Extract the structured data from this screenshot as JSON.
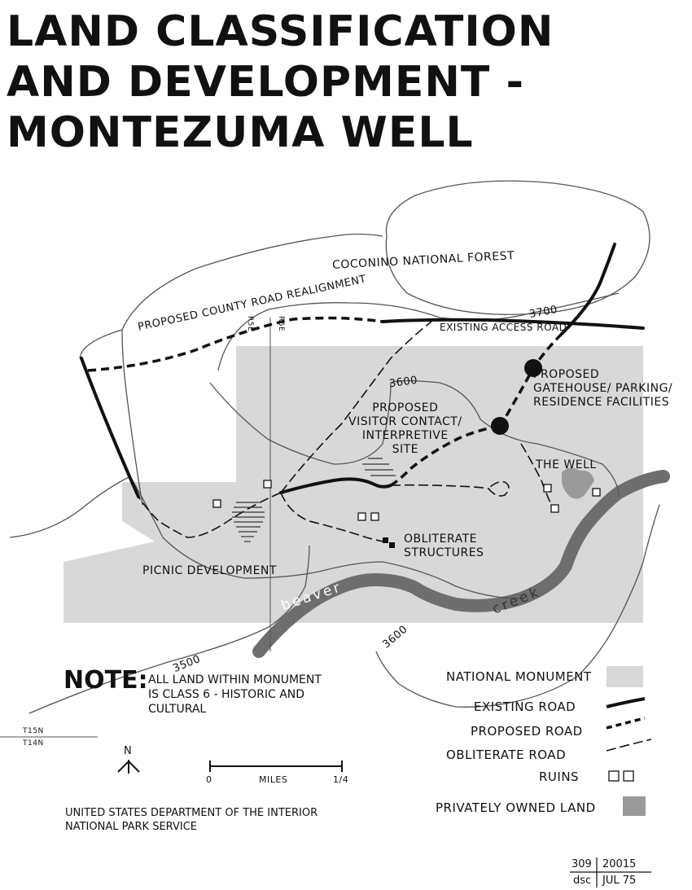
{
  "title": {
    "line1": "LAND CLASSIFICATION",
    "line2": "AND DEVELOPMENT -",
    "line3": "MONTEZUMA WELL"
  },
  "labels": {
    "forest": "COCONINO NATIONAL FOREST",
    "road_realign": "PROPOSED COUNTY ROAD REALIGNMENT",
    "existing_access": "EXISTING ACCESS ROAD",
    "gatehouse": "PROPOSED\nGATEHOUSE/ PARKING/\nRESIDENCE FACILITIES",
    "visitor": "PROPOSED\nVISITOR CONTACT/\nINTERPRETIVE\nSITE",
    "the_well": "THE WELL",
    "obliterate": "OBLITERATE\nSTRUCTURES",
    "picnic": "PICNIC DEVELOPMENT",
    "creek_a": "beaver",
    "creek_b": "creek",
    "contour_3700": "3700",
    "contour_3600_a": "3600",
    "contour_3600_b": "3600",
    "contour_3500": "3500",
    "range_r5": "R5E",
    "range_r6": "R6E",
    "twp_n": "T15N",
    "twp_s": "T14N"
  },
  "note": {
    "heading": "NOTE:",
    "text": "ALL LAND WITHIN MONUMENT\nIS CLASS 6 - HISTORIC AND\nCULTURAL"
  },
  "legend": [
    {
      "label": "NATIONAL MONUMENT",
      "symbol": "monument"
    },
    {
      "label": "EXISTING ROAD",
      "symbol": "existing"
    },
    {
      "label": "PROPOSED ROAD",
      "symbol": "proposed"
    },
    {
      "label": "OBLITERATE ROAD",
      "symbol": "obliterate"
    },
    {
      "label": "RUINS",
      "symbol": "ruins"
    },
    {
      "label": "PRIVATELY OWNED LAND",
      "symbol": "private"
    }
  ],
  "scale": {
    "start": "0",
    "label": "MILES",
    "end": "1/4"
  },
  "north": "N",
  "agency": "UNITED STATES DEPARTMENT OF THE INTERIOR\nNATIONAL PARK SERVICE",
  "drawing": {
    "num_a": "309",
    "num_b": "20015",
    "office": "dsc",
    "date": "JUL 75"
  },
  "colors": {
    "monument": "#d8d8d8",
    "private": "#9a9a9a",
    "creek": "#6e6e6e",
    "ink": "#111111",
    "contour": "#555555"
  }
}
